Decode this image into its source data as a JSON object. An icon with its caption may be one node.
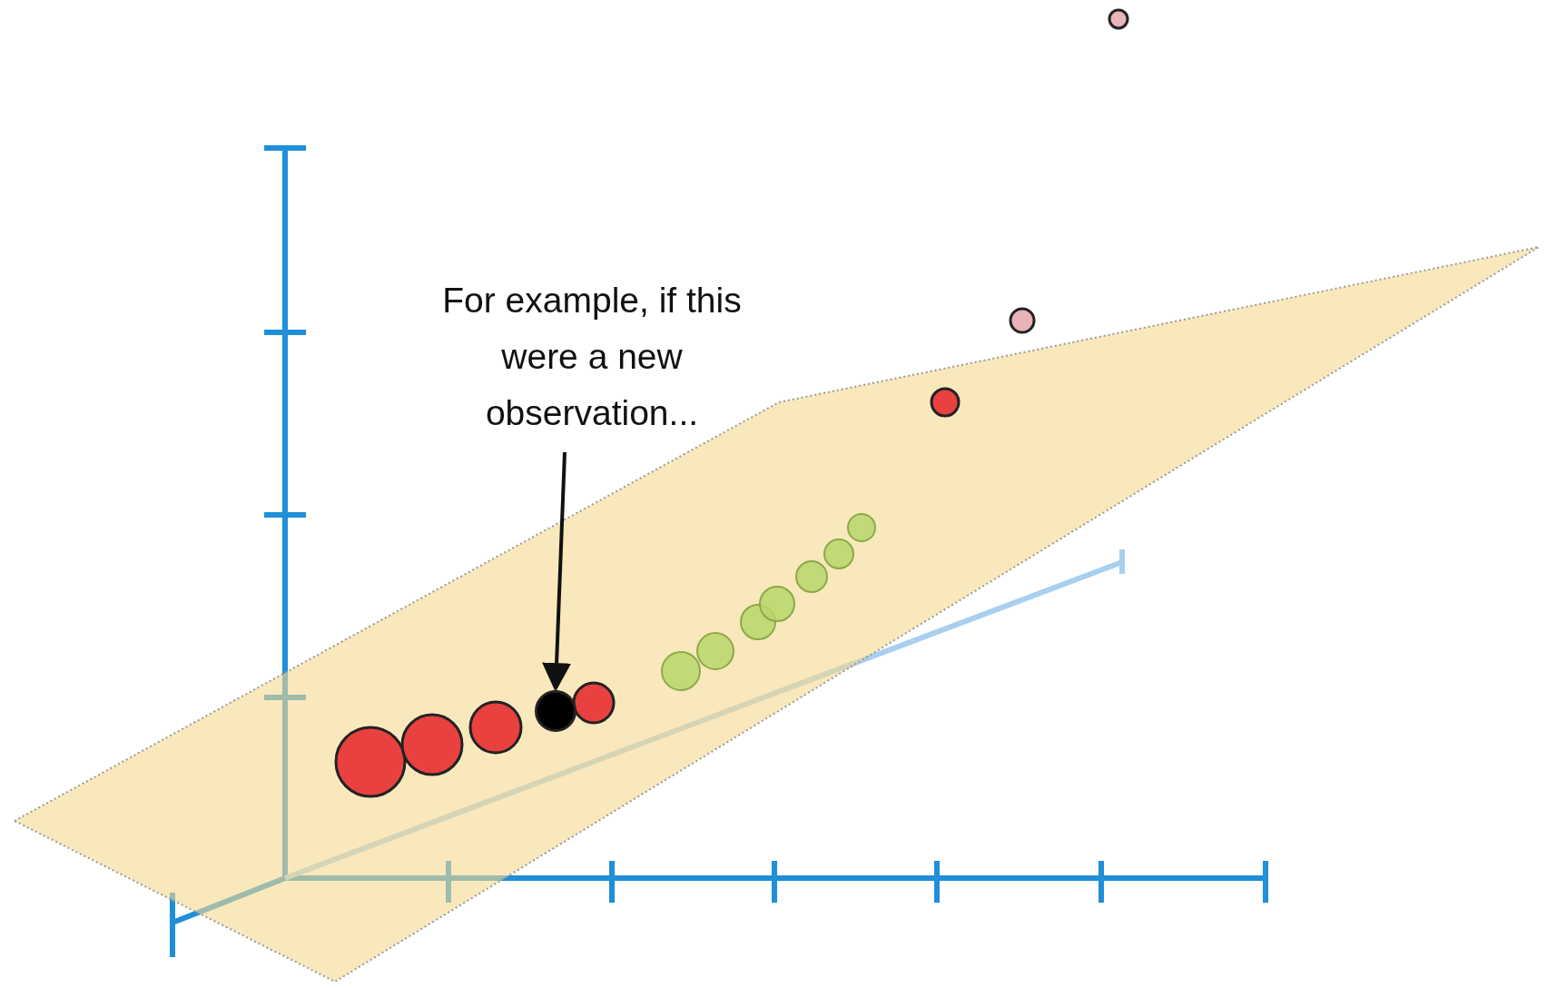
{
  "diagram": {
    "nodes": [
      {
        "text": [
          "For example, if this were a new observation..."
        ]
      },
      {
        "text": [],
        "shape": "circle"
      }
    ],
    "edges": [
      {
        "from": 0,
        "to": 1,
        "arrow": "to"
      }
    ]
  }
}
